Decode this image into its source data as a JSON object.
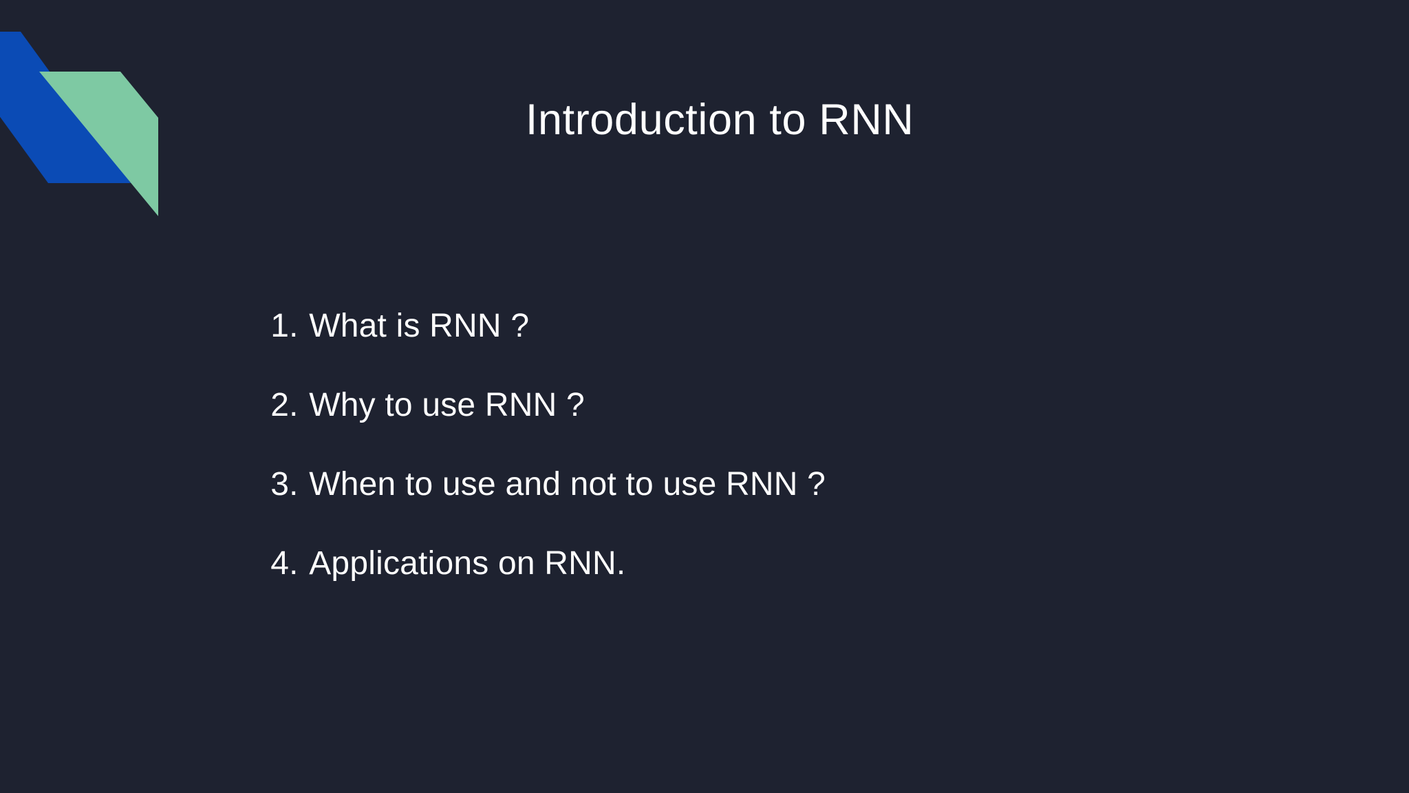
{
  "slide": {
    "title": "Introduction to RNN",
    "background_color": "#1e2230",
    "text_color": "#ffffff"
  },
  "decoration": {
    "name": "corner-mark",
    "blue_color": "#0b4bb5",
    "green_color": "#7ec9a3"
  },
  "agenda": {
    "items": [
      {
        "number": "1.",
        "text": "What is RNN ?"
      },
      {
        "number": "2.",
        "text": "Why to use RNN ?"
      },
      {
        "number": "3.",
        "text": "When to use and not to use RNN ?"
      },
      {
        "number": "4.",
        "text": "Applications on RNN."
      }
    ]
  }
}
